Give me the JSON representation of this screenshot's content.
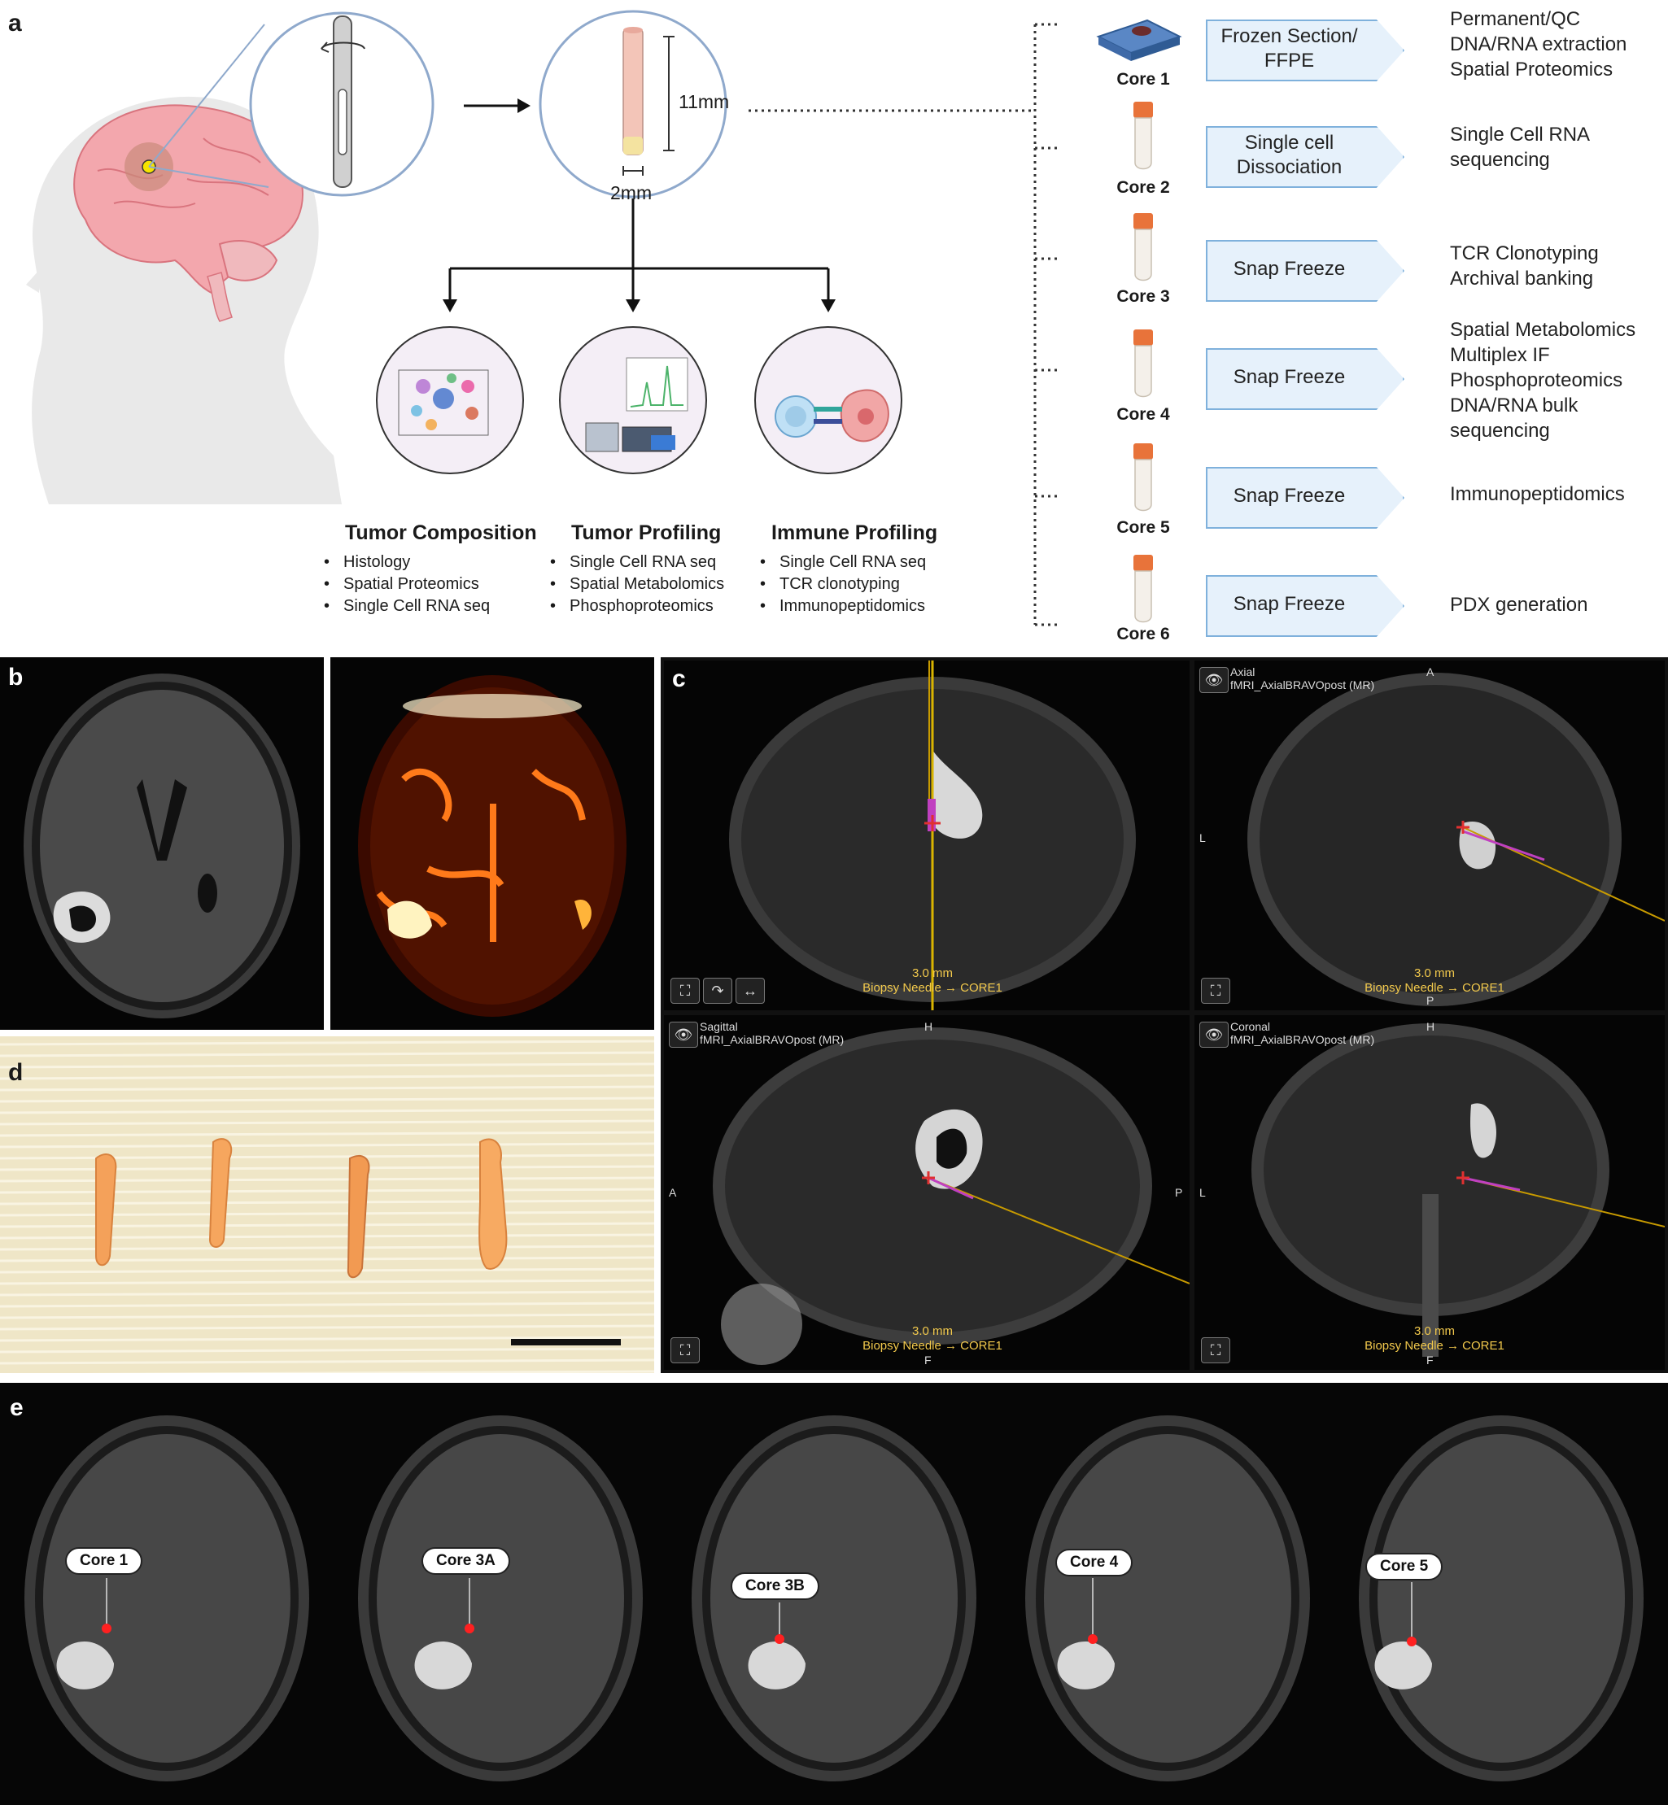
{
  "panels": {
    "a": "a",
    "b": "b",
    "c": "c",
    "d": "d",
    "e": "e"
  },
  "panel_a": {
    "dims": {
      "length": "11mm",
      "width": "2mm"
    },
    "profiles": [
      {
        "title": "Tumor Composition",
        "items": [
          "Histology",
          "Spatial Proteomics",
          "Single Cell RNA seq"
        ]
      },
      {
        "title": "Tumor Profiling",
        "items": [
          "Single Cell RNA seq",
          "Spatial Metabolomics",
          "Phosphoproteomics"
        ]
      },
      {
        "title": "Immune Profiling",
        "items": [
          "Single Cell RNA seq",
          "TCR clonotyping",
          "Immunopeptidomics"
        ]
      }
    ],
    "cores": [
      {
        "label": "Core 1",
        "method": [
          "Frozen Section/",
          "FFPE"
        ],
        "uses": [
          "Permanent/QC",
          "DNA/RNA extraction",
          "Spatial Proteomics"
        ]
      },
      {
        "label": "Core 2",
        "method": [
          "Single cell",
          "Dissociation"
        ],
        "uses": [
          "Single Cell RNA",
          "sequencing"
        ]
      },
      {
        "label": "Core 3",
        "method": [
          "Snap Freeze"
        ],
        "uses": [
          "TCR Clonotyping",
          "Archival banking"
        ]
      },
      {
        "label": "Core 4",
        "method": [
          "Snap Freeze"
        ],
        "uses": [
          "Spatial Metabolomics",
          "Multiplex IF",
          "Phosphoproteomics",
          "DNA/RNA bulk",
          "sequencing"
        ]
      },
      {
        "label": "Core 5",
        "method": [
          "Snap Freeze"
        ],
        "uses": [
          "Immunopeptidomics"
        ]
      },
      {
        "label": "Core 6",
        "method": [
          "Snap Freeze"
        ],
        "uses": [
          "PDX generation"
        ]
      }
    ],
    "colors": {
      "arrow_box_fill": "#e6f1fb",
      "arrow_box_border": "#7fb1dc",
      "tube_cap": "#e8733a",
      "brain": "#f3a7ad"
    }
  },
  "panel_c": {
    "views": [
      {
        "name": "",
        "series": "",
        "orient": [
          "",
          "",
          "",
          ""
        ],
        "dist": "3.0 mm",
        "needle": "Biopsy Needle → CORE1"
      },
      {
        "name": "Axial",
        "series": "fMRI_AxialBRAVOpost (MR)",
        "orient": [
          "A",
          "P",
          "L",
          ""
        ],
        "dist": "3.0 mm",
        "needle": "Biopsy Needle → CORE1"
      },
      {
        "name": "Sagittal",
        "series": "fMRI_AxialBRAVOpost (MR)",
        "orient": [
          "H",
          "F",
          "A",
          "P"
        ],
        "dist": "3.0 mm",
        "needle": "Biopsy Needle → CORE1"
      },
      {
        "name": "Coronal",
        "series": "fMRI_AxialBRAVOpost (MR)",
        "orient": [
          "H",
          "F",
          "L",
          ""
        ],
        "dist": "3.0 mm",
        "needle": "Biopsy Needle → CORE1"
      }
    ]
  },
  "panel_e": {
    "cores": [
      "Core 1",
      "Core 3A",
      "Core 3B",
      "Core 4",
      "Core 5"
    ]
  }
}
